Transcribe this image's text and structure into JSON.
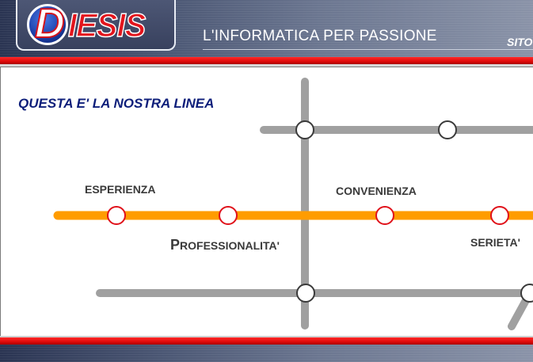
{
  "header": {
    "logo_initial": "D",
    "logo_rest": "IESIS",
    "tagline": "L'INFORMATICA PER PASSIONE",
    "site_link": "SITO"
  },
  "map": {
    "title": "QUESTA E' LA NOSTRA LINEA",
    "stations": {
      "esperienza": "ESPERIENZA",
      "professionalita_initial": "P",
      "professionalita_rest": "ROFESSIONALITA'",
      "convenienza": "CONVENIENZA",
      "serieta": "SERIETA'"
    }
  },
  "colors": {
    "main_line": "#ff9c00",
    "secondary_lines": "#a0a0a0",
    "station_border_main": "#e0101a",
    "station_border_secondary": "#3a3a3a",
    "title": "#0d1e7a",
    "accent_bar": "#e00a0a"
  }
}
